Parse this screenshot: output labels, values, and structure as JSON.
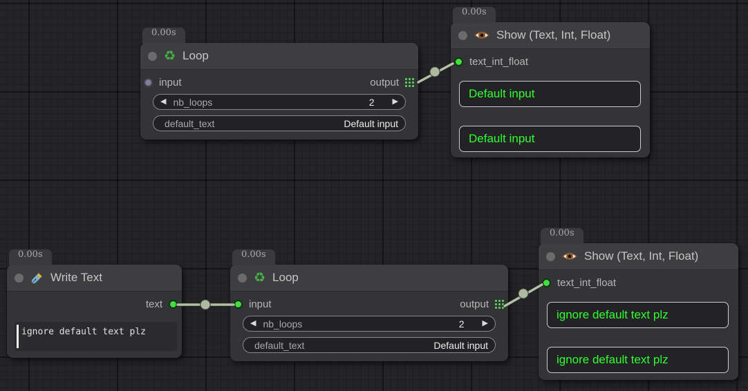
{
  "graph": {
    "nodes": {
      "loop_top": {
        "timer": "0.00s",
        "title": "Loop",
        "icon": "recycle-icon",
        "inputs": [
          {
            "label": "input",
            "connected": false
          }
        ],
        "outputs": [
          {
            "label": "output",
            "type": "multi-grid"
          }
        ],
        "widgets": {
          "nb_loops": {
            "label": "nb_loops",
            "value": "2"
          },
          "default_text": {
            "label": "default_text",
            "value": "Default input"
          }
        }
      },
      "show_top": {
        "timer": "0.00s",
        "title": "Show (Text, Int, Float)",
        "icon": "eye-icon",
        "inputs": [
          {
            "label": "text_int_float",
            "connected": true
          }
        ],
        "display_values": [
          "Default input",
          "Default input"
        ]
      },
      "write_text": {
        "timer": "0.00s",
        "title": "Write Text",
        "icon": "pen-icon",
        "outputs": [
          {
            "label": "text",
            "connected": true
          }
        ],
        "text_value": "ignore default text plz"
      },
      "loop_bottom": {
        "timer": "0.00s",
        "title": "Loop",
        "icon": "recycle-icon",
        "inputs": [
          {
            "label": "input",
            "connected": true
          }
        ],
        "outputs": [
          {
            "label": "output",
            "type": "multi-grid"
          }
        ],
        "widgets": {
          "nb_loops": {
            "label": "nb_loops",
            "value": "2"
          },
          "default_text": {
            "label": "default_text",
            "value": "Default input"
          }
        }
      },
      "show_bottom": {
        "timer": "0.00s",
        "title": "Show (Text, Int, Float)",
        "icon": "eye-icon",
        "inputs": [
          {
            "label": "text_int_float",
            "connected": true
          }
        ],
        "display_values": [
          "ignore default text plz",
          "ignore default text plz"
        ]
      }
    },
    "links": [
      {
        "from": "loop_top.output",
        "to": "show_top.text_int_float"
      },
      {
        "from": "write_text.text",
        "to": "loop_bottom.input"
      },
      {
        "from": "loop_bottom.output",
        "to": "show_bottom.text_int_float"
      }
    ],
    "icons": {
      "decrement": "◀",
      "increment": "▶",
      "recycle": "♻"
    },
    "colors": {
      "link": "#b3bfa6",
      "socket_connected": "#3fe03f",
      "socket_idle": "#7e7e97",
      "display_text": "#30ff30",
      "grid_socket": "#55d355"
    }
  }
}
